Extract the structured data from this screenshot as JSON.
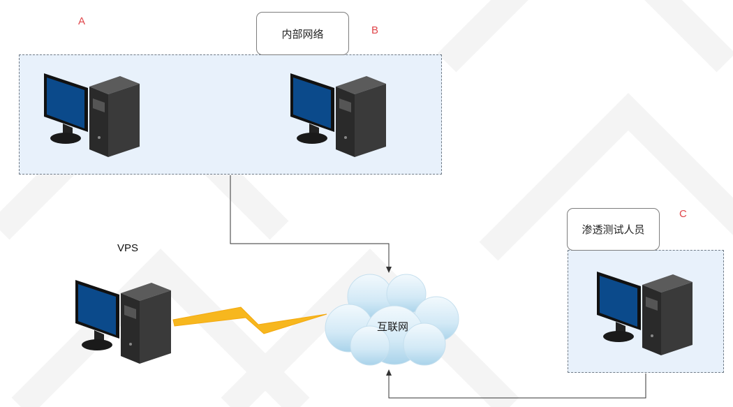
{
  "internal_network": {
    "title": "内部网络",
    "marker_a": "A",
    "marker_b": "B"
  },
  "pentester": {
    "title": "渗透测试人员",
    "marker_c": "C"
  },
  "vps": {
    "label": "VPS"
  },
  "internet": {
    "label": "互联网"
  },
  "colors": {
    "zone_fill": "#e8f1fb",
    "marker": "#e0454a",
    "lightning": "#f7b71e",
    "cloud": "#cfe7f5"
  }
}
